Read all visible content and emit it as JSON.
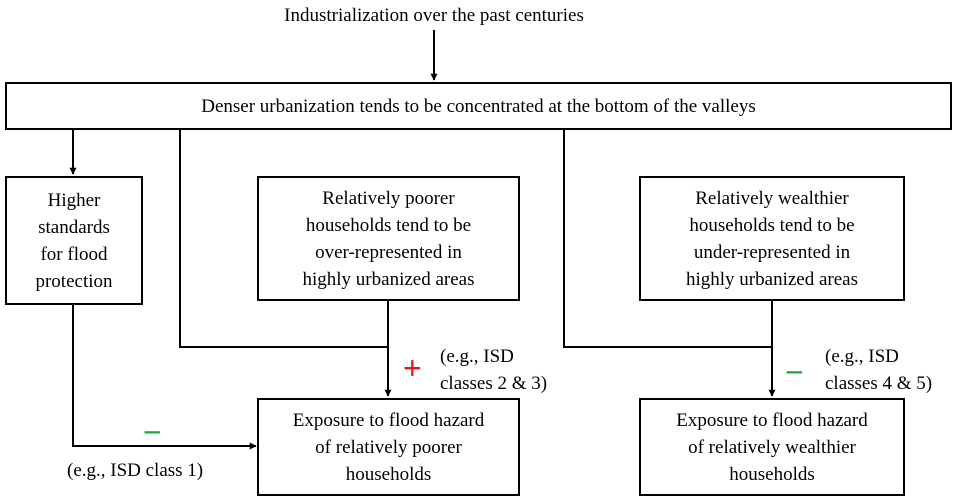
{
  "title": "Industrialization over the past centuries",
  "top_box": "Denser urbanization tends to be concentrated at the bottom of the valleys",
  "box_standards": {
    "lines": [
      "Higher",
      "standards",
      "for flood",
      "protection"
    ]
  },
  "box_poorer": {
    "lines": [
      "Relatively poorer",
      "households tend to be",
      "over-represented in",
      "highly urbanized areas"
    ]
  },
  "box_wealthier": {
    "lines": [
      "Relatively wealthier",
      "households tend to be",
      "under-represented in",
      "highly urbanized areas"
    ]
  },
  "box_exposure_poorer": {
    "lines": [
      "Exposure to flood hazard",
      "of relatively poorer",
      "households"
    ]
  },
  "box_exposure_wealthier": {
    "lines": [
      "Exposure to flood hazard",
      "of relatively wealthier",
      "households"
    ]
  },
  "annotations": {
    "isd_23": [
      "(e.g., ISD",
      "classes 2 & 3)"
    ],
    "isd_45": [
      "(e.g., ISD",
      "classes 4 & 5)"
    ],
    "isd_1": "(e.g., ISD class 1)"
  },
  "signs": {
    "plus": "+",
    "minus": "−"
  },
  "colors": {
    "plus": "#e8141b",
    "minus": "#1fa83c",
    "line": "#000000"
  }
}
